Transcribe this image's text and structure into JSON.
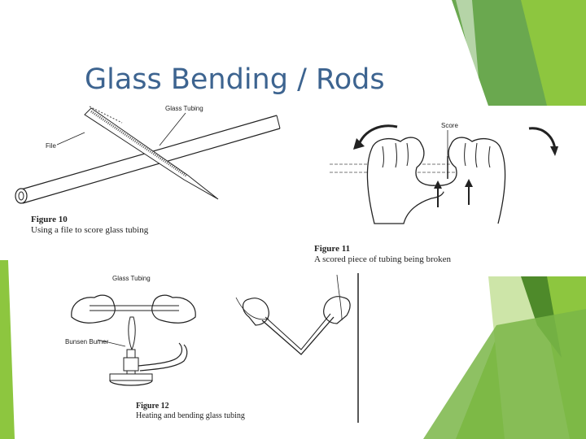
{
  "slide": {
    "title": "Glass Bending / Rods"
  },
  "figure10": {
    "label_glass_tubing": "Glass Tubing",
    "label_file": "File",
    "caption_number": "Figure 10",
    "caption_text": "Using a file to score glass tubing"
  },
  "figure11": {
    "label_score": "Score",
    "caption_number": "Figure 11",
    "caption_text": "A scored piece of tubing being broken"
  },
  "figure12": {
    "label_glass_tubing": "Glass Tubing",
    "label_bunsen_burner": "Bunsen Burner",
    "caption_number": "Figure 12",
    "caption_text": "Heating and bending glass tubing"
  },
  "colors": {
    "title": "#3d6490",
    "accent_green": "#8dc63f",
    "dark_green": "#4e8a2a"
  }
}
